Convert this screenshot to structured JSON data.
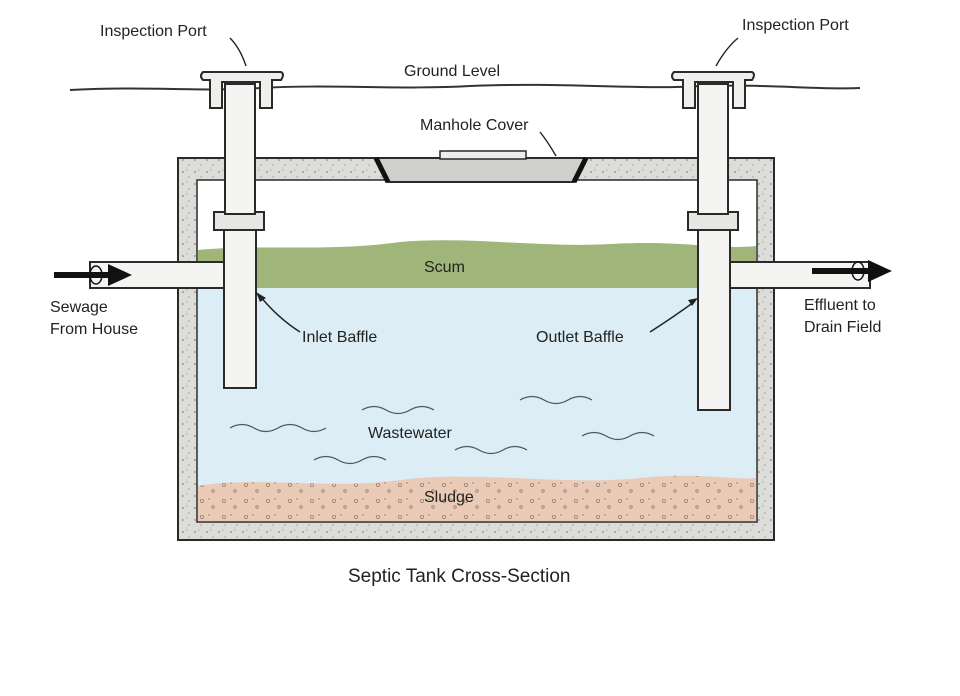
{
  "labels": {
    "inspection_port_left": "Inspection Port",
    "inspection_port_right": "Inspection Port",
    "ground_level": "Ground Level",
    "manhole_cover": "Manhole Cover",
    "scum": "Scum",
    "sewage_line1": "Sewage",
    "sewage_line2": "From House",
    "effluent_line1": "Effluent to",
    "effluent_line2": "Drain Field",
    "inlet_baffle": "Inlet Baffle",
    "outlet_baffle": "Outlet Baffle",
    "wastewater": "Wastewater",
    "sludge": "Sludge",
    "caption": "Septic Tank Cross-Section"
  },
  "colors": {
    "concrete": "#d9d9d6",
    "outline": "#2a2a2a",
    "scum": "#9fb57a",
    "wastewater": "#dcedf5",
    "sludge": "#e9cbb8",
    "pipe": "#f4f4f2"
  }
}
